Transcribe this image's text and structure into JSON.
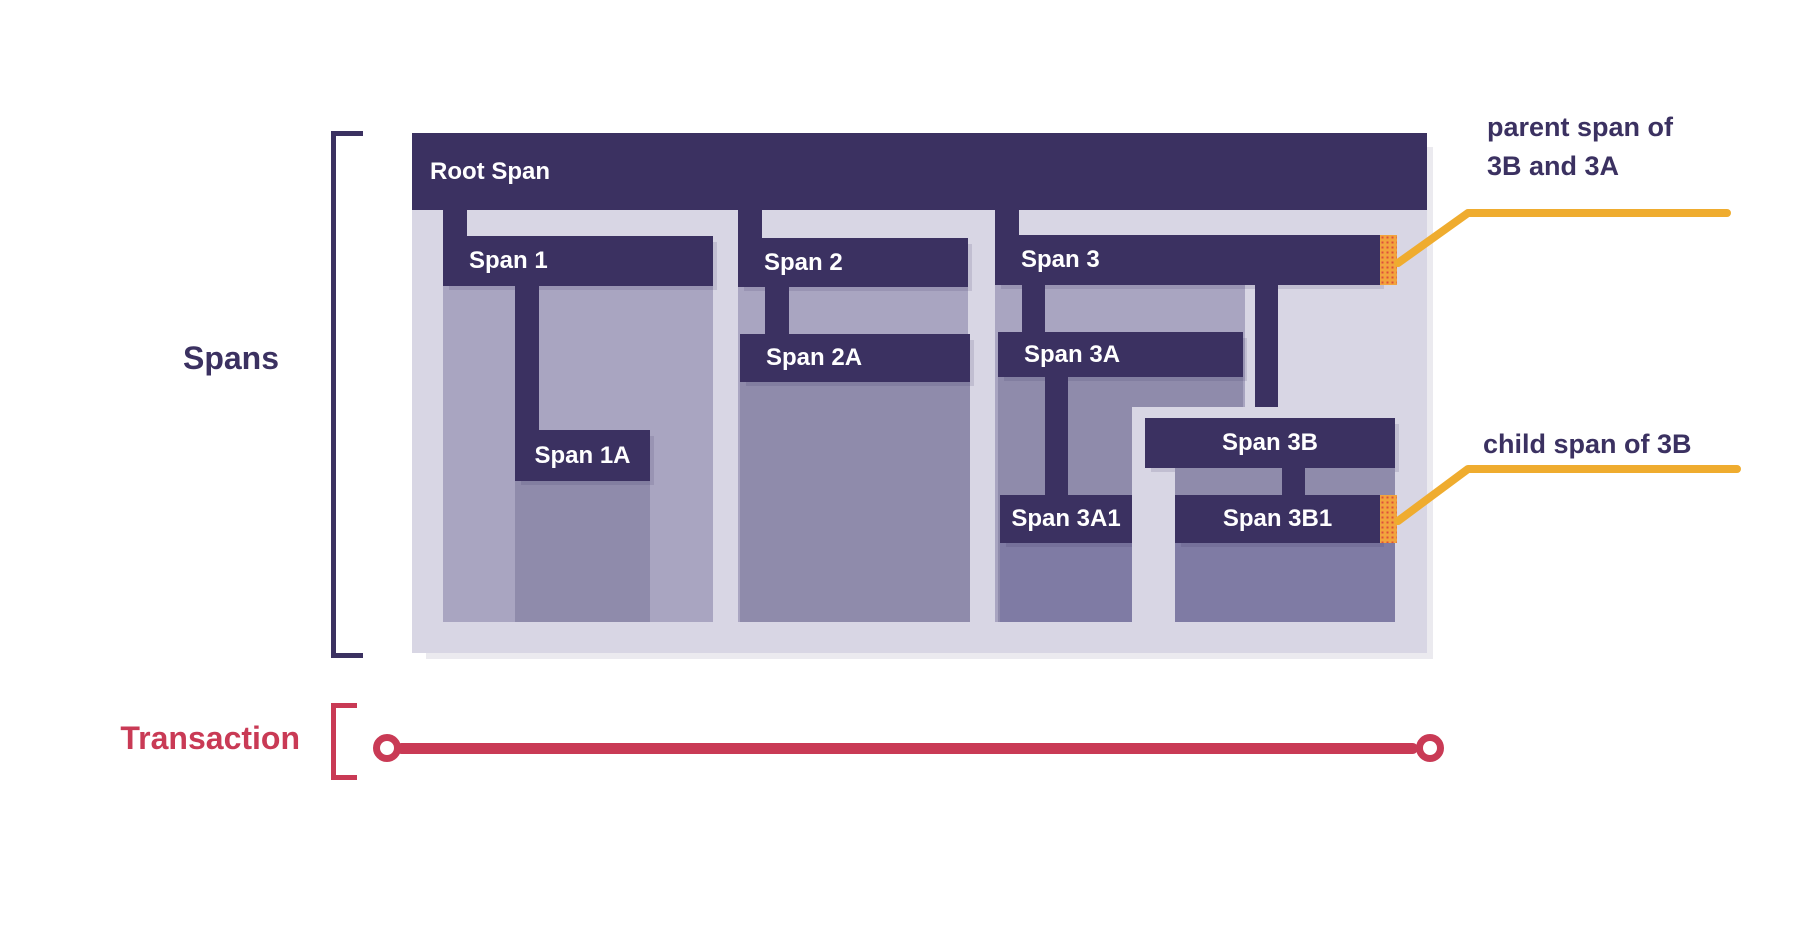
{
  "left_labels": {
    "spans": "Spans",
    "transaction": "Transaction"
  },
  "spans": {
    "root": "Root Span",
    "span1": "Span 1",
    "span1a": "Span 1A",
    "span2": "Span 2",
    "span2a": "Span 2A",
    "span3": "Span 3",
    "span3a": "Span 3A",
    "span3a1": "Span 3A1",
    "span3b": "Span 3B",
    "span3b1": "Span 3B1"
  },
  "annotations": {
    "parent_line1": "parent span of",
    "parent_line2": "3B and 3A",
    "child": "child span of 3B"
  },
  "colors": {
    "bar_dark_purple": "#3b3161",
    "panel_light": "#d8d6e4",
    "region_level1": "#a9a5c1",
    "region_level2": "#8f8bab",
    "region_level3": "#7f7ba4",
    "marker_orange": "#f2a43e",
    "marker_dot_red": "#dd4f3b",
    "callout_yellow": "#efac2f",
    "transaction_red": "#c93a55",
    "label_text_white": "#ffffff"
  }
}
